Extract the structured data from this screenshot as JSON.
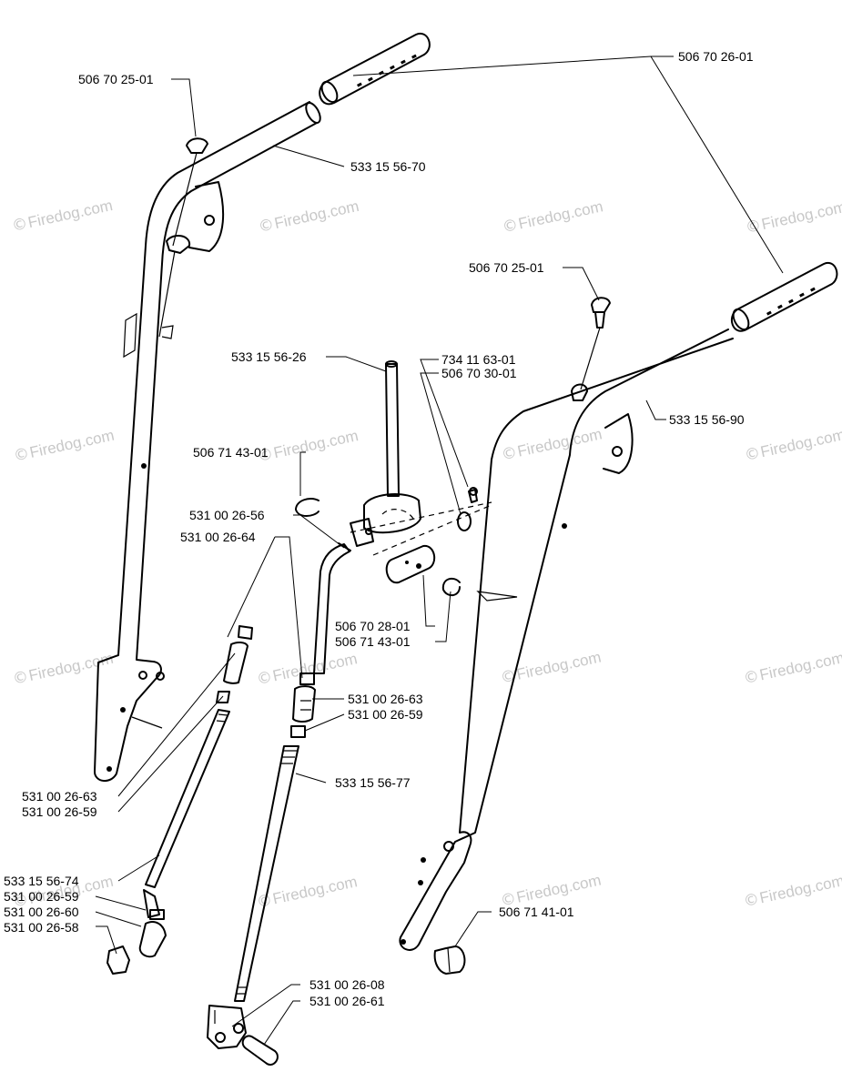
{
  "watermark": "Firedog.com",
  "watermark_symbol": "©",
  "part_numbers": {
    "bolt_left": "506 70 25-01",
    "grips": "506 70 26-01",
    "handle_left": "533 15 56-70",
    "bolt_right": "506 70 25-01",
    "rod_upper": "533 15 56-26",
    "washer_a": "734 11 63-01",
    "washer_b": "506 70 30-01",
    "handle_right": "533 15 56-90",
    "clip_upper": "506 71 43-01",
    "ferrule_56": "531 00 26-56",
    "ferrule_64": "531 00 26-64",
    "pin": "506 70 28-01",
    "clip_lower": "506 71 43-01",
    "mid_63": "531 00 26-63",
    "mid_59": "531 00 26-59",
    "rod_long": "533 15 56-77",
    "left_63": "531 00 26-63",
    "left_59": "531 00 26-59",
    "rod_left": "533 15 56-74",
    "lower_59": "531 00 26-59",
    "lower_60": "531 00 26-60",
    "lower_58": "531 00 26-58",
    "knob": "506 71 41-01",
    "bracket_08": "531 00 26-08",
    "bracket_61": "531 00 26-61"
  }
}
